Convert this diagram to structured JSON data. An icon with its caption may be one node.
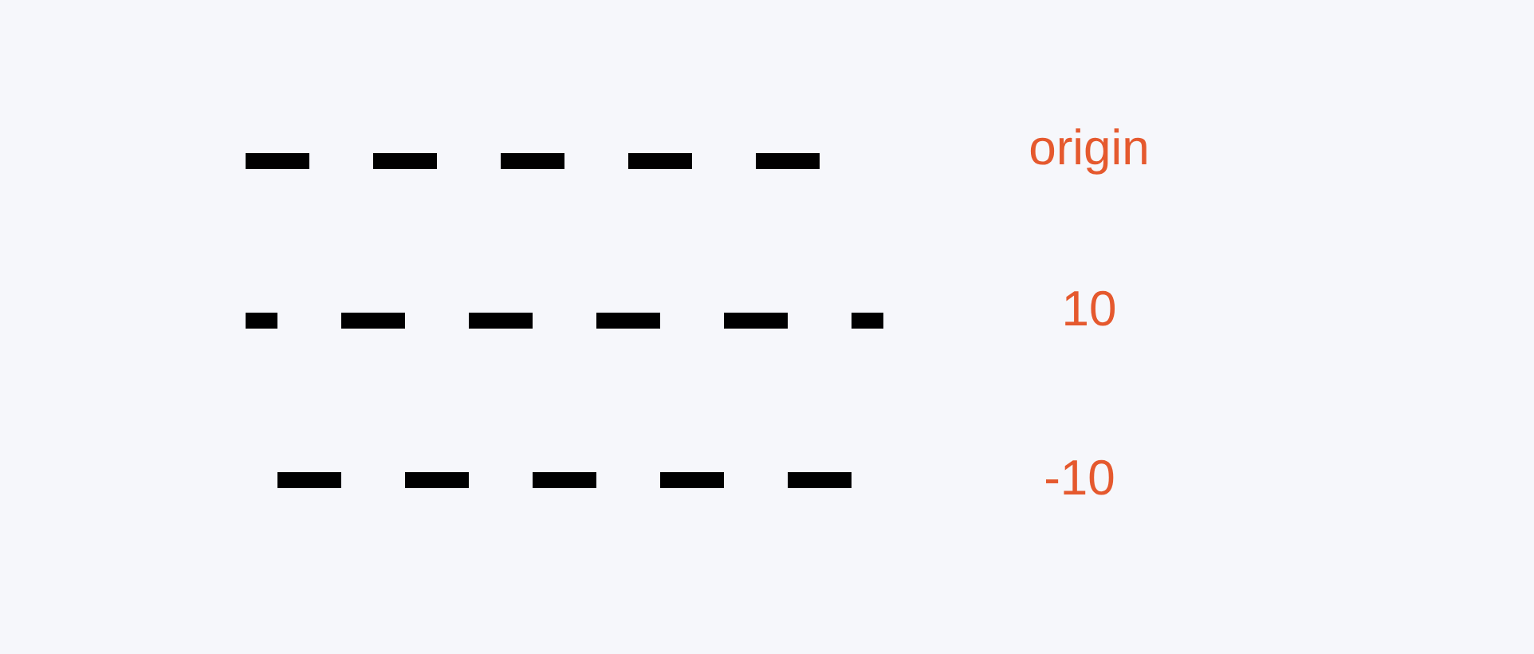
{
  "diagram": {
    "labels": [
      "origin",
      "10",
      "-10"
    ]
  }
}
